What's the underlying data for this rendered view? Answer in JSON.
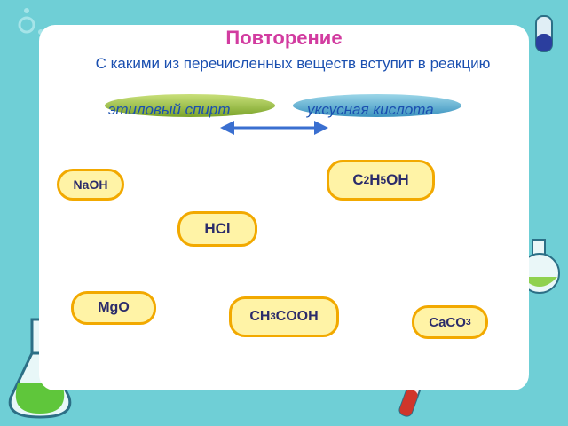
{
  "title": "Повторение",
  "question": "С какими из перечисленных веществ вступит в реакцию",
  "left_oval": "этиловый спирт",
  "right_oval": "уксусная кислота",
  "substances": {
    "naoh": "NaOH",
    "c2h5oh": {
      "a": "C",
      "b": "2",
      "c": "H",
      "d": "5",
      "e": "OH"
    },
    "hcl": "HCl",
    "mgo": "MgO",
    "ch3cooh": {
      "a": "CH",
      "b": "3",
      "c": "COOH"
    },
    "caco3": {
      "a": "CaCO",
      "b": "3"
    }
  },
  "colors": {
    "title": "#d23ca0",
    "question": "#1a4fb0",
    "pill_fill": "#fff3a6",
    "pill_border": "#f2a900",
    "frame": "#6fcfd6"
  },
  "icons": [
    "flask-icon",
    "test-tube-icon",
    "beaker-icon",
    "molecule-icon"
  ]
}
